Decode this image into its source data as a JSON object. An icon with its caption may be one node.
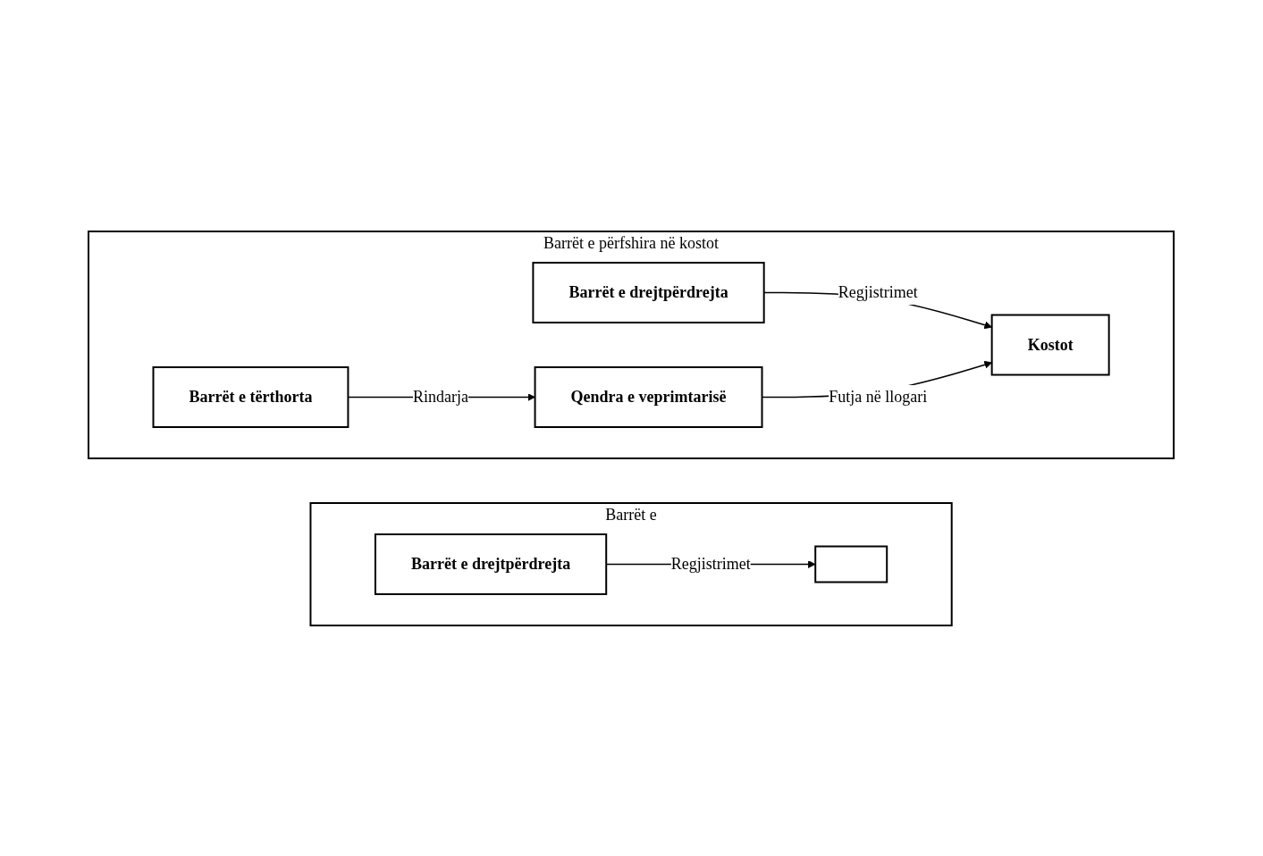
{
  "diagram": {
    "nodes": [
      {
        "text": [
          "Barrët e"
        ]
      },
      {
        "text": [
          "Barrët e drejtpërdrejta"
        ],
        "in": 0
      },
      {
        "text": [],
        "shape": "box",
        "in": 0
      },
      {
        "text": [
          "Barrët e përfshira në kostot"
        ]
      },
      {
        "text": [
          "Barrët e drejtpërdrejta"
        ],
        "in": 3
      },
      {
        "text": [
          "Barrët e tërthorta"
        ],
        "in": 3
      },
      {
        "text": [
          "Qendra e veprimtarisë"
        ],
        "in": 3
      },
      {
        "text": [
          "Kostot"
        ],
        "in": 3
      }
    ],
    "edges": [
      {
        "from": 1,
        "to": 2,
        "arrow": "to",
        "label": "Regjistrimet"
      },
      {
        "from": 4,
        "to": 7,
        "arrow": "to",
        "label": "Regjistrimet"
      },
      {
        "from": 5,
        "to": 6,
        "arrow": "to",
        "label": "Rindarja"
      },
      {
        "from": 6,
        "to": 7,
        "arrow": "to",
        "label": "Futja në llogari"
      }
    ]
  }
}
